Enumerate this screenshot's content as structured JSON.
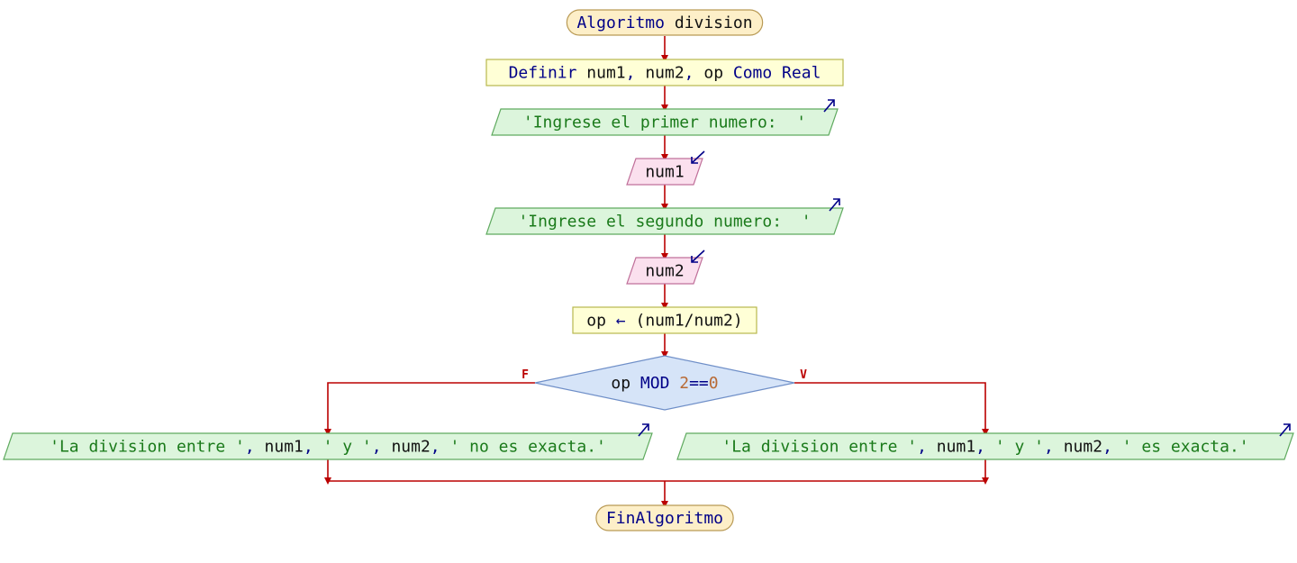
{
  "diagram": {
    "type": "flowchart",
    "nodes": {
      "start": {
        "parts": [
          {
            "text": "Algoritmo",
            "role": "kw"
          },
          {
            "text": " division",
            "role": "id"
          }
        ]
      },
      "define": {
        "parts": [
          {
            "text": "Definir",
            "role": "kw"
          },
          {
            "text": " num1",
            "role": "id"
          },
          {
            "text": ",",
            "role": "kw"
          },
          {
            "text": " num2",
            "role": "id"
          },
          {
            "text": ",",
            "role": "kw"
          },
          {
            "text": " op",
            "role": "id"
          },
          {
            "text": " Como Real",
            "role": "kw"
          }
        ]
      },
      "out1": {
        "parts": [
          {
            "text": "'Ingrese el primer numero:  '",
            "role": "str"
          }
        ]
      },
      "in1": {
        "parts": [
          {
            "text": "num1",
            "role": "id"
          }
        ]
      },
      "out2": {
        "parts": [
          {
            "text": "'Ingrese el segundo numero:  '",
            "role": "str"
          }
        ]
      },
      "in2": {
        "parts": [
          {
            "text": "num2",
            "role": "id"
          }
        ]
      },
      "assign": {
        "parts": [
          {
            "text": "op",
            "role": "id"
          },
          {
            "text": " ← ",
            "role": "kw"
          },
          {
            "text": "(num1/num2)",
            "role": "id"
          }
        ]
      },
      "cond": {
        "parts": [
          {
            "text": "op",
            "role": "id"
          },
          {
            "text": " MOD ",
            "role": "kw"
          },
          {
            "text": "2",
            "role": "num"
          },
          {
            "text": "==",
            "role": "kw"
          },
          {
            "text": "0",
            "role": "num"
          }
        ]
      },
      "outF": {
        "parts": [
          {
            "text": "'La division entre '",
            "role": "str"
          },
          {
            "text": ",",
            "role": "kw"
          },
          {
            "text": " num1",
            "role": "id"
          },
          {
            "text": ",",
            "role": "kw"
          },
          {
            "text": " ' y '",
            "role": "str"
          },
          {
            "text": ",",
            "role": "kw"
          },
          {
            "text": " num2",
            "role": "id"
          },
          {
            "text": ",",
            "role": "kw"
          },
          {
            "text": " ' no es exacta.'",
            "role": "str"
          }
        ]
      },
      "outV": {
        "parts": [
          {
            "text": "'La division entre '",
            "role": "str"
          },
          {
            "text": ",",
            "role": "kw"
          },
          {
            "text": " num1",
            "role": "id"
          },
          {
            "text": ",",
            "role": "kw"
          },
          {
            "text": " ' y '",
            "role": "str"
          },
          {
            "text": ",",
            "role": "kw"
          },
          {
            "text": " num2",
            "role": "id"
          },
          {
            "text": ",",
            "role": "kw"
          },
          {
            "text": " ' es exacta.'",
            "role": "str"
          }
        ]
      },
      "end": {
        "parts": [
          {
            "text": "FinAlgoritmo",
            "role": "kw"
          }
        ]
      }
    },
    "branch_labels": {
      "false": "F",
      "true": "V"
    },
    "colors": {
      "terminal_fill": "#fdefc8",
      "terminal_stroke": "#b99a55",
      "process_fill": "#ffffd6",
      "process_stroke": "#b8b84e",
      "output_fill": "#dcf5dc",
      "output_stroke": "#5faa5f",
      "input_fill": "#fbe0ee",
      "input_stroke": "#c0709a",
      "decision_fill": "#d6e4f8",
      "decision_stroke": "#6f8fc8",
      "arrow": "#bb0000",
      "kw": "#000088",
      "id": "#111111",
      "str": "#1a7a1a",
      "num": "#b86a35",
      "io_icon": "#000088"
    }
  }
}
